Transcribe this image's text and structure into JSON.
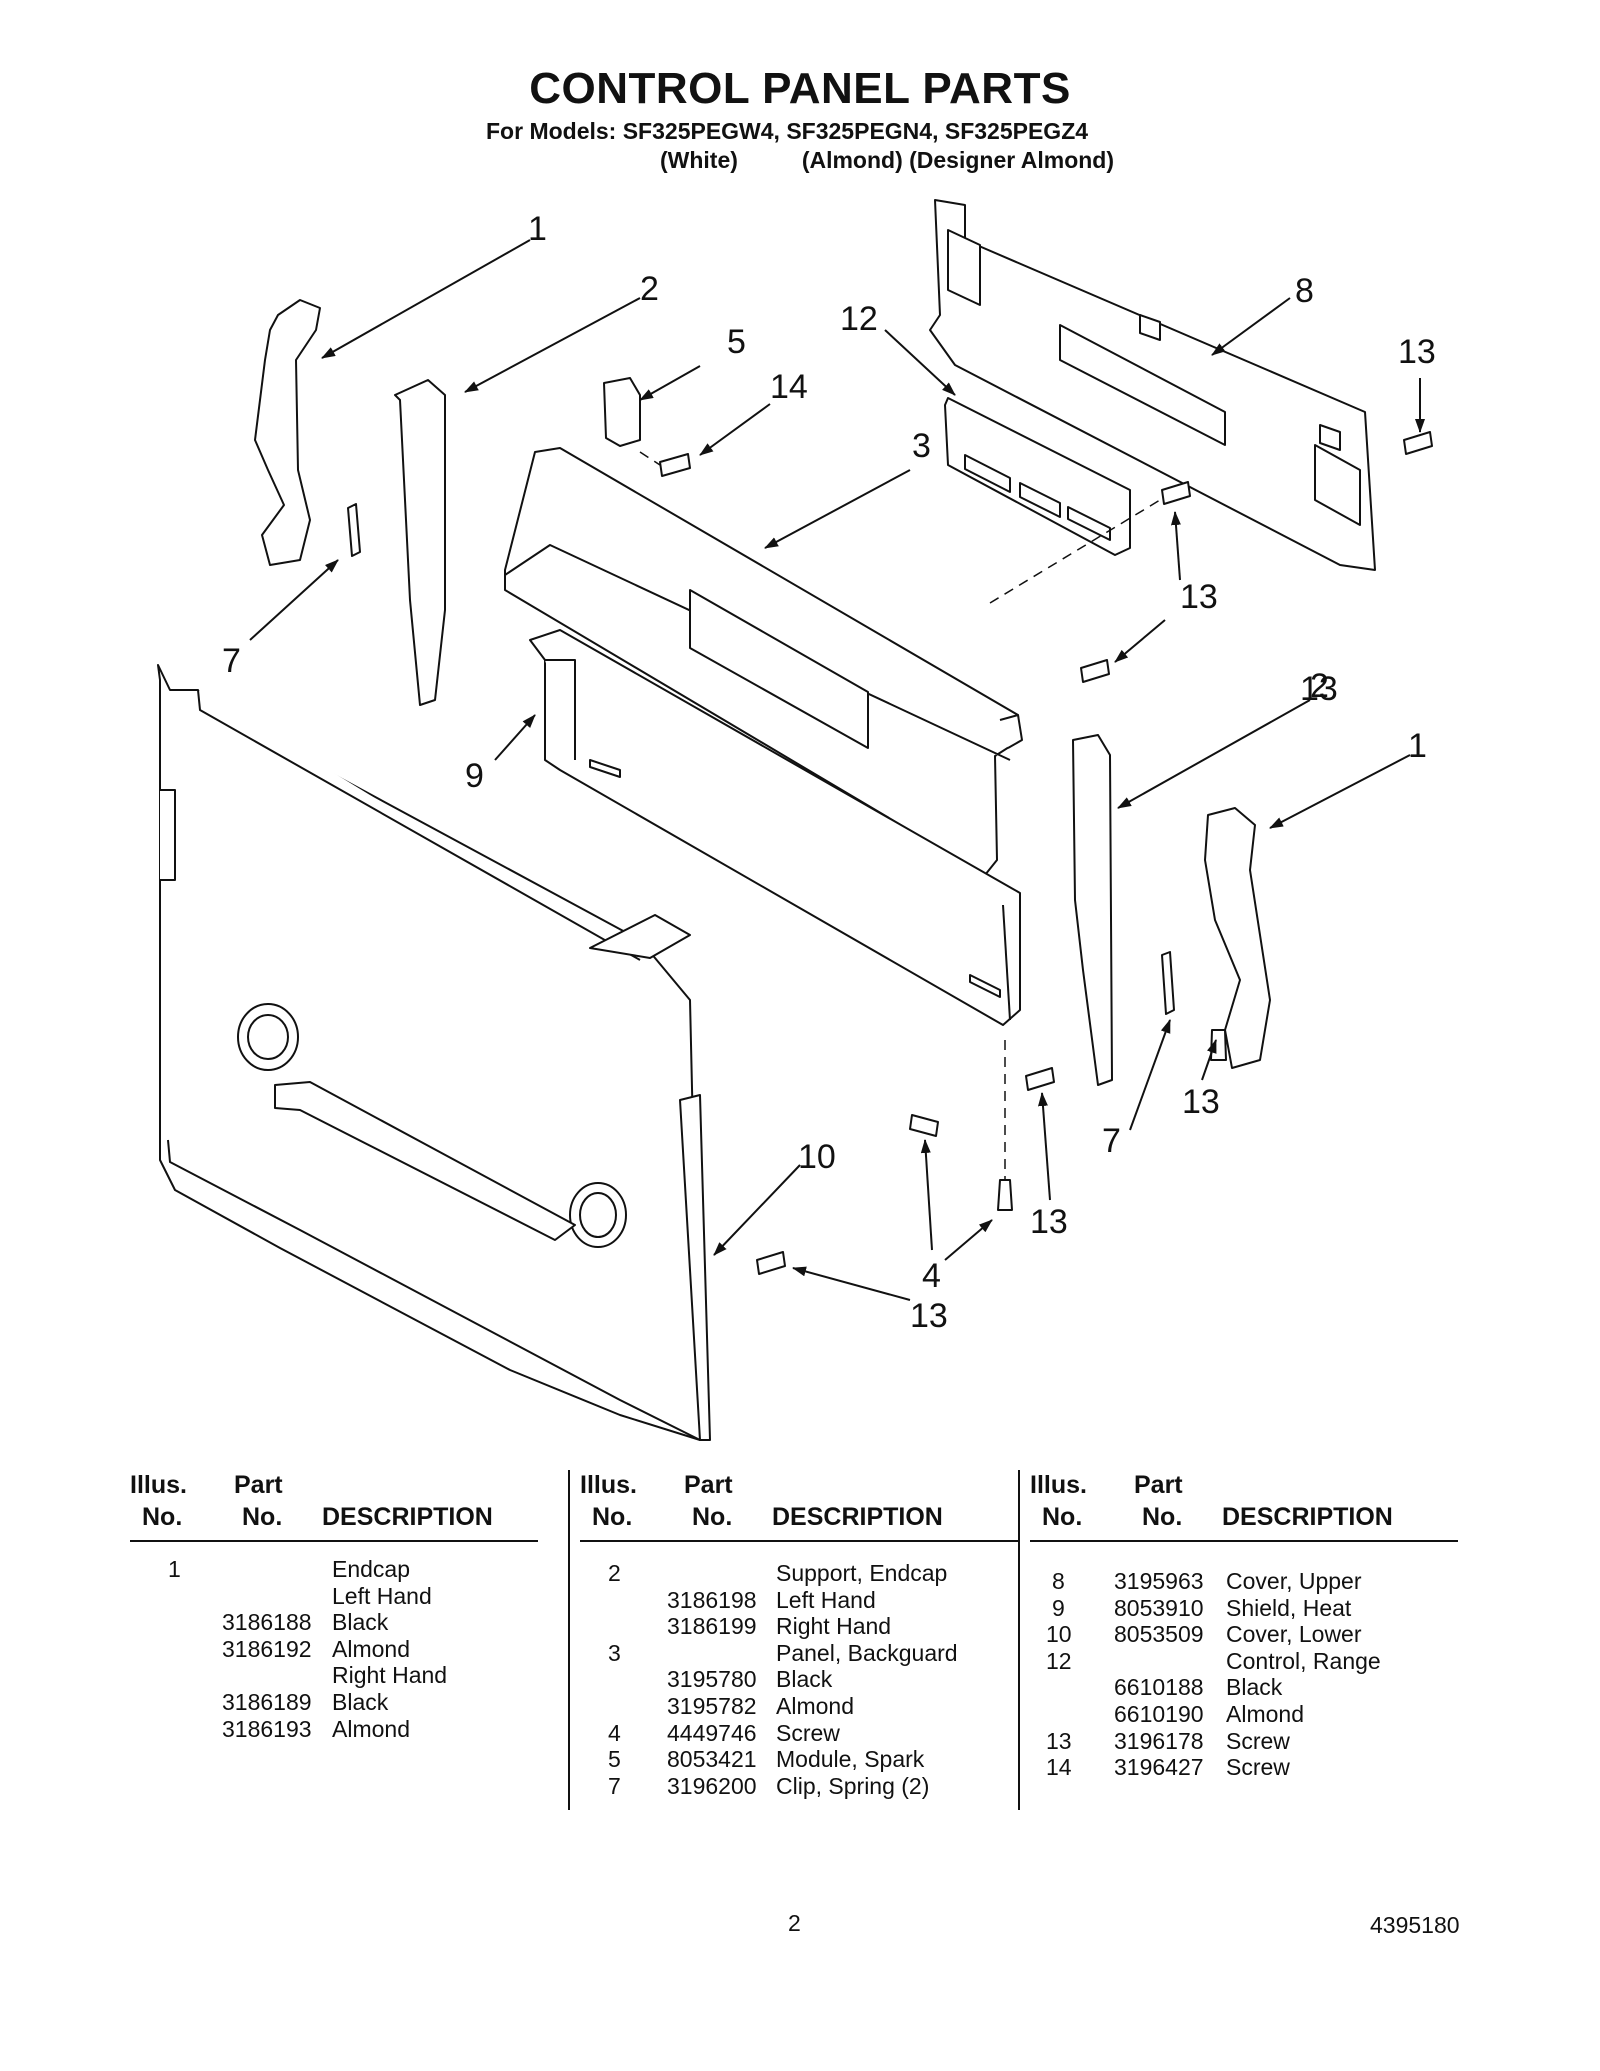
{
  "header": {
    "title": "CONTROL PANEL PARTS",
    "models_line": "For Models: SF325PEGW4, SF325PEGN4, SF325PEGZ4",
    "colors_line": "(White)          (Almond) (Designer Almond)"
  },
  "diagram": {
    "callouts": [
      "1",
      "2",
      "5",
      "14",
      "12",
      "3",
      "8",
      "13",
      "13",
      "13",
      "7",
      "9",
      "2",
      "1",
      "13",
      "7",
      "10",
      "13",
      "4",
      "13"
    ]
  },
  "table": {
    "headers": {
      "illus_line1": "Illus.",
      "illus_line2": "No.",
      "part_line1": "Part",
      "part_line2": "No.",
      "description": "DESCRIPTION"
    },
    "columns": [
      [
        {
          "illus": "1",
          "part": "",
          "desc": "Endcap"
        },
        {
          "illus": "",
          "part": "",
          "desc": "Left Hand"
        },
        {
          "illus": "",
          "part": "3186188",
          "desc": "Black"
        },
        {
          "illus": "",
          "part": "3186192",
          "desc": "Almond"
        },
        {
          "illus": "",
          "part": "",
          "desc": "Right Hand"
        },
        {
          "illus": "",
          "part": "3186189",
          "desc": "Black"
        },
        {
          "illus": "",
          "part": "3186193",
          "desc": "Almond"
        }
      ],
      [
        {
          "illus": "2",
          "part": "",
          "desc": "Support, Endcap"
        },
        {
          "illus": "",
          "part": "3186198",
          "desc": "Left Hand"
        },
        {
          "illus": "",
          "part": "3186199",
          "desc": "Right Hand"
        },
        {
          "illus": "3",
          "part": "",
          "desc": "Panel, Backguard"
        },
        {
          "illus": "",
          "part": "3195780",
          "desc": "Black"
        },
        {
          "illus": "",
          "part": "3195782",
          "desc": "Almond"
        },
        {
          "illus": "4",
          "part": "4449746",
          "desc": "Screw"
        },
        {
          "illus": "5",
          "part": "8053421",
          "desc": "Module, Spark"
        },
        {
          "illus": "7",
          "part": "3196200",
          "desc": "Clip, Spring (2)"
        }
      ],
      [
        {
          "illus": "8",
          "part": "3195963",
          "desc": "Cover, Upper"
        },
        {
          "illus": "9",
          "part": "8053910",
          "desc": "Shield, Heat"
        },
        {
          "illus": "10",
          "part": "8053509",
          "desc": "Cover, Lower"
        },
        {
          "illus": "12",
          "part": "",
          "desc": "Control, Range"
        },
        {
          "illus": "",
          "part": "6610188",
          "desc": "Black"
        },
        {
          "illus": "",
          "part": "6610190",
          "desc": "Almond"
        },
        {
          "illus": "13",
          "part": "3196178",
          "desc": "Screw"
        },
        {
          "illus": "14",
          "part": "3196427",
          "desc": "Screw"
        }
      ]
    ]
  },
  "footer": {
    "page_number": "2",
    "document_number": "4395180"
  }
}
